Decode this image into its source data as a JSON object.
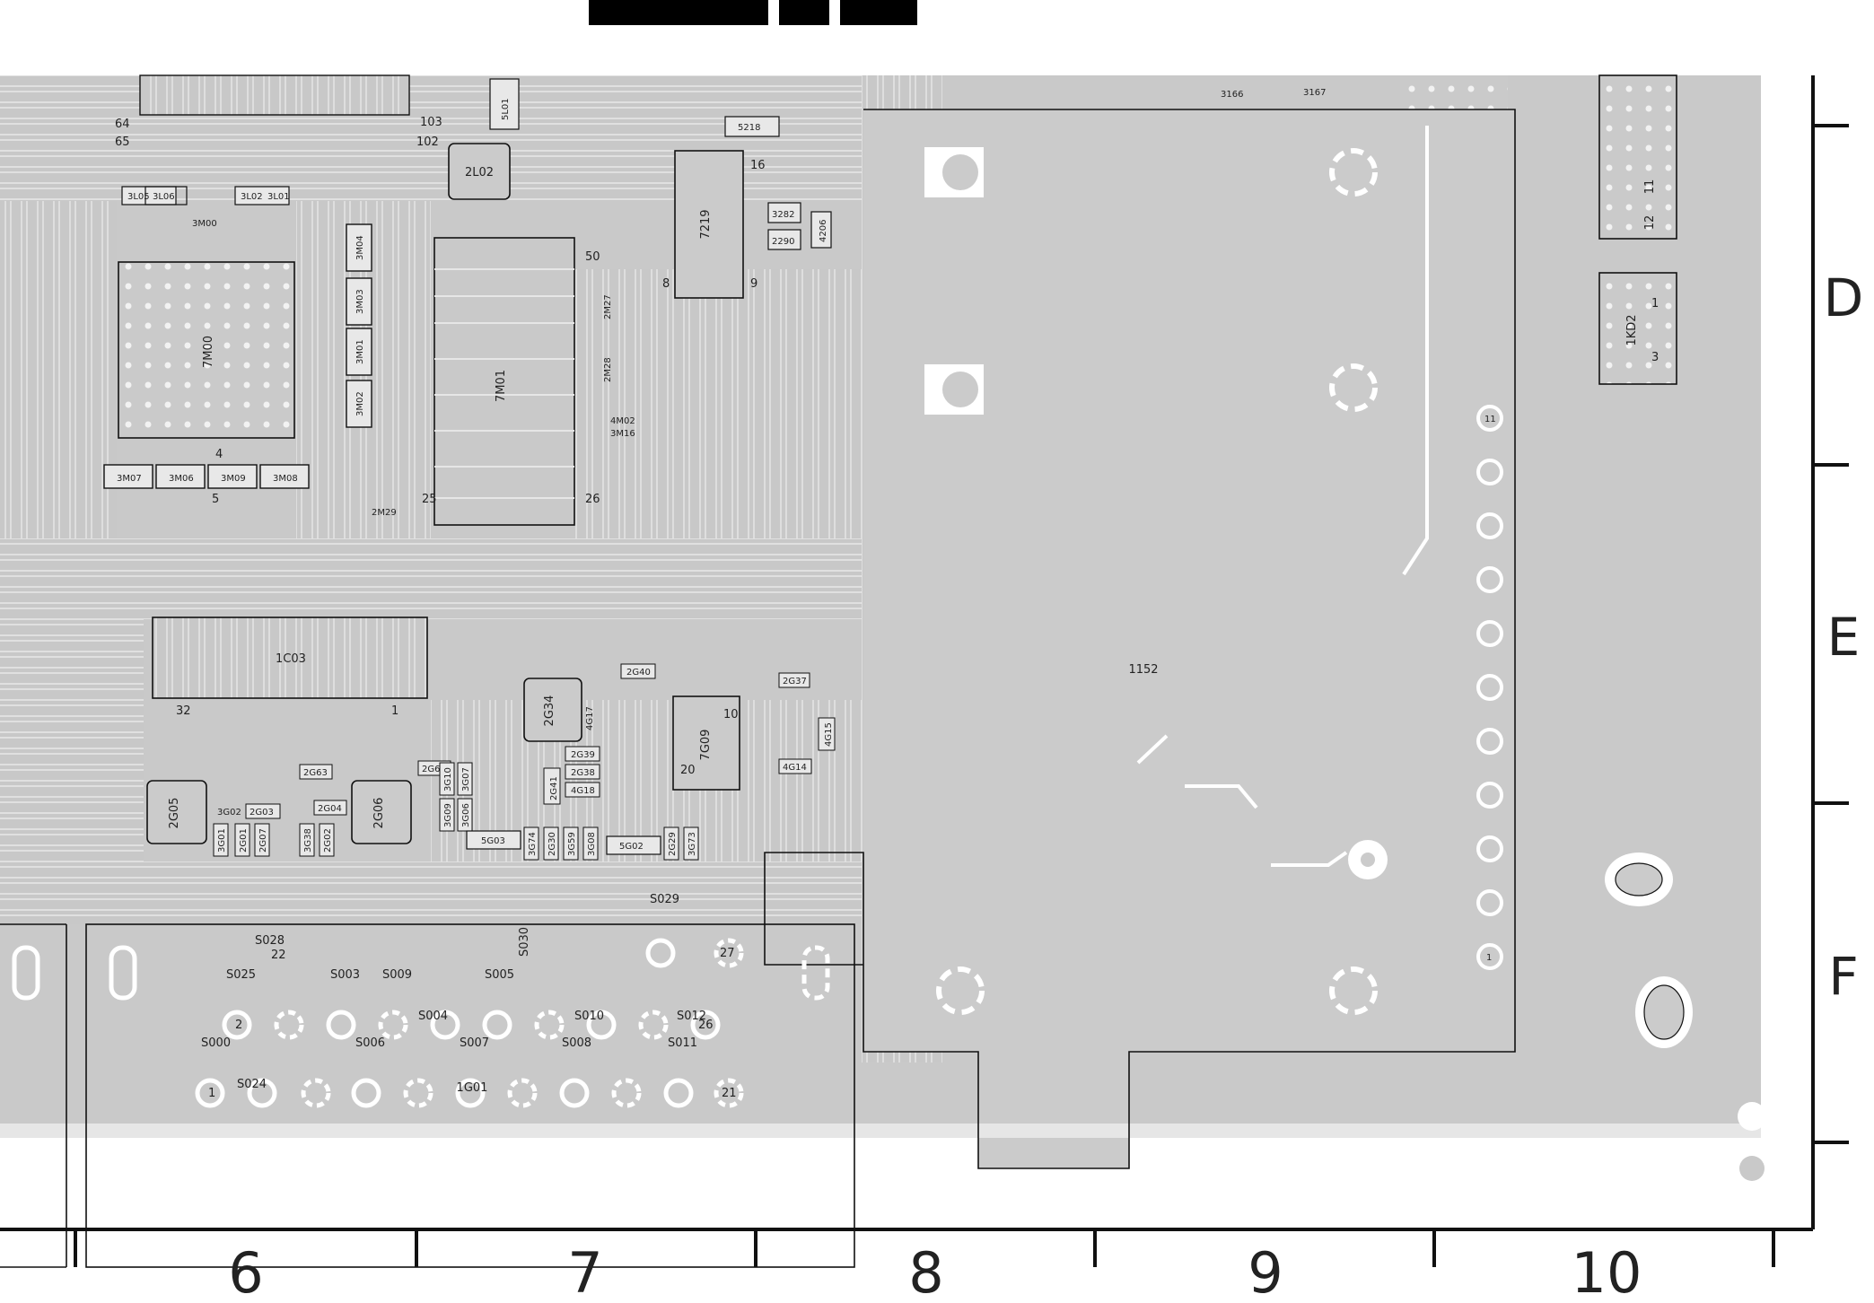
{
  "board": {
    "grid_columns": [
      "6",
      "7",
      "8",
      "9",
      "10"
    ],
    "grid_rows": [
      "D",
      "E",
      "F"
    ],
    "components": {
      "c1152": "1152",
      "c7m00": "7M00",
      "c7m01": "7M01",
      "c7219": "7219",
      "c1c03": "1C03",
      "c7g09": "7G09",
      "c1g01": "1G01",
      "c2l02": "2L02",
      "c2g34": "2G34",
      "c2g06": "2G06",
      "c2g05": "2G05",
      "c1kd2": "1KD2",
      "c5218": "5218",
      "c5g02": "5G02",
      "c5g03": "5G03"
    },
    "pins": {
      "p64": "64",
      "p65": "65",
      "p103": "103",
      "p102": "102",
      "p4": "4",
      "p5": "5",
      "p32": "32",
      "p1": "1",
      "p50": "50",
      "p25": "25",
      "p26": "26",
      "p16": "16",
      "p8": "8",
      "p9": "9",
      "p11": "11",
      "p12": "12",
      "p3": "3",
      "p20": "20",
      "p10": "10",
      "p22": "22",
      "p27": "27",
      "p2": "2",
      "p21": "21",
      "p26b": "26"
    },
    "refs": {
      "s000": "S000",
      "s003": "S003",
      "s004": "S004",
      "s005": "S005",
      "s006": "S006",
      "s007": "S007",
      "s008": "S008",
      "s009": "S009",
      "s010": "S010",
      "s011": "S011",
      "s012": "S012",
      "s024": "S024",
      "s025": "S025",
      "s028": "S028",
      "s029": "S029",
      "s030": "S030",
      "r3m07": "3M07",
      "r3m06": "3M06",
      "r3m09": "3M09",
      "r3m08": "3M08",
      "r3m04": "3M04",
      "r3m03": "3M03",
      "r3m01": "3M01",
      "r3m02": "3M02",
      "r3l05": "3L05",
      "r3l06": "3L06",
      "r3l02": "3L02",
      "r3l01": "3L01",
      "r5l01": "5L01",
      "r3m00": "3M00",
      "r2290": "2290",
      "r3282": "3282",
      "r4206": "4206",
      "r2g40": "2G40",
      "r2g37": "2G37",
      "r2g39": "2G39",
      "r2g38": "2G38",
      "r4g17": "4G17",
      "r4g18": "4G18",
      "r4g14": "4G14",
      "r4g15": "4G15",
      "r2g41": "2G41",
      "r2g62": "2G62",
      "r2g63": "2G63",
      "r2g03": "2G03",
      "r2g04": "2G04",
      "r3g02": "3G02",
      "r3g01": "3G01",
      "r2g01": "2G01",
      "r2g07": "2G07",
      "r2g02": "2G02",
      "r3g38": "3G38",
      "r3g10": "3G10",
      "r3g07": "3G07",
      "r3g09": "3G09",
      "r3g06": "3G06",
      "r2g30": "2G30",
      "r3g74": "3G74",
      "r3g59": "3G59",
      "r3g08": "3G08",
      "r2g29": "2G29",
      "r3g73": "3G73",
      "r3166": "3166",
      "r3167": "3167",
      "r4m02": "4M02",
      "r3m16": "3M16",
      "r2m29": "2M29",
      "r2m27": "2M27",
      "r2m28": "2M28"
    }
  }
}
